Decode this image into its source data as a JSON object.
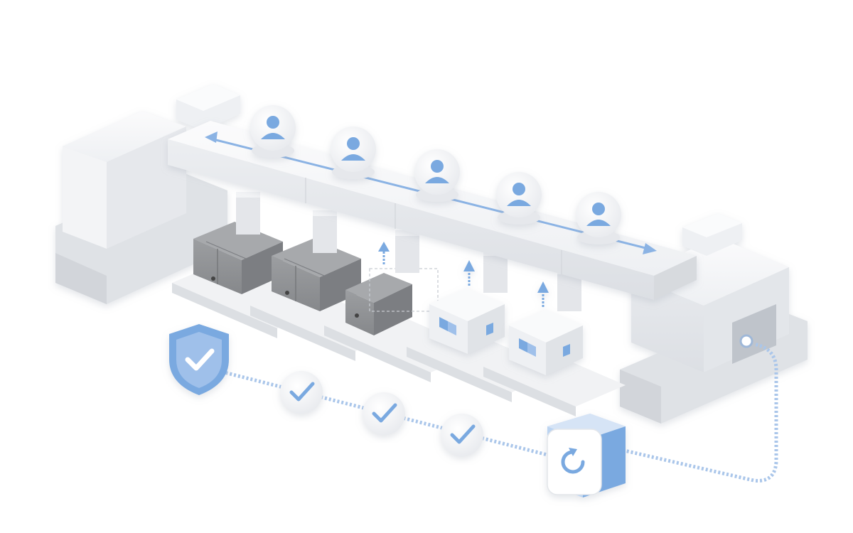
{
  "scene": {
    "kind": "isometric-diagram",
    "colors": {
      "background": "#ffffff",
      "structure_top": "#f4f5f7",
      "structure_front": "#e4e6ea",
      "structure_side": "#d3d6db",
      "legacy_block_top": "#a9abae",
      "legacy_block_front": "#8e9093",
      "legacy_block_side": "#7a7c80",
      "new_block_top": "#f7f8fa",
      "new_block_front": "#eceef2",
      "accent_blue": "#7aa9e0",
      "accent_blue_light": "#bcd4f1",
      "connector_blue": "#aac6ea"
    },
    "bridge": {
      "user_avatar_count": 5,
      "avatar_icon": "user-icon",
      "flow_direction": "left-to-right",
      "arrow_icon": "double-arrow-icon"
    },
    "blocks": [
      {
        "state": "legacy",
        "icon": "puzzle-cube-icon"
      },
      {
        "state": "legacy",
        "icon": "puzzle-cube-icon"
      },
      {
        "state": "legacy-lifting",
        "icon": "puzzle-cube-icon",
        "lift_icon": "up-arrow-icon"
      },
      {
        "state": "modern",
        "icon": "modern-cube-icon",
        "lift_icon": "up-arrow-icon"
      },
      {
        "state": "modern",
        "icon": "modern-cube-icon",
        "lift_icon": "up-arrow-icon"
      }
    ],
    "pipeline": {
      "start_icon": "shield-check-icon",
      "check_count": 3,
      "check_icon": "checkmark-icon",
      "end_icon": "refresh-icon"
    }
  }
}
